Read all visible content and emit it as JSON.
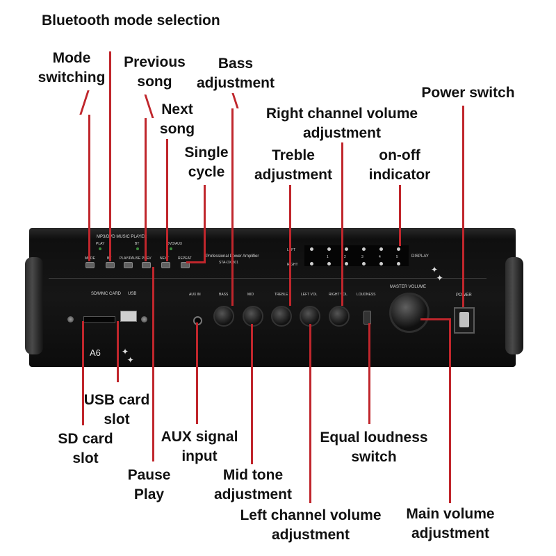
{
  "callouts": {
    "bluetooth_mode": "Bluetooth mode selection",
    "mode_switching": "Mode switching",
    "previous_song": "Previous song",
    "bass": "Bass adjustment",
    "next_song": "Next song",
    "single_cycle": "Single cycle",
    "power_switch": "Power switch",
    "right_channel": "Right channel volume adjustment",
    "treble": "Treble adjustment",
    "onoff_indicator": "on-off indicator",
    "usb_slot": "USB card slot",
    "sd_slot": "SD card slot",
    "aux_input": "AUX signal input",
    "pause_play": "Pause Play",
    "mid_tone": "Mid tone adjustment",
    "equal_loudness": "Equal loudness switch",
    "left_channel": "Left channel volume adjustment",
    "main_volume": "Main volume adjustment"
  },
  "panel": {
    "player_title": "MP3/DVD MUSIC PLAYER",
    "play": "PLAY",
    "bt": "BT",
    "dvd_aux": "DVD/AUX",
    "mode": "MODE",
    "bt_btn": "BT",
    "play_pause": "PLAY/PAUSE",
    "prev": "PREV",
    "next": "NEXT",
    "repeat": "REPEAT",
    "sd_card": "SD/MMC CARD",
    "usb": "USB",
    "pro_amp": "Professional Power Amplifier",
    "model_no": "STA-DX-301",
    "aux_in": "AUX IN",
    "bass": "BASS",
    "mid": "MID",
    "treble": "TREBLE",
    "left_vol": "LEFT VOL",
    "right_vol": "RIGHT VOL",
    "loudness": "LOUDNESS",
    "master_volume": "MASTER VOLUME",
    "left": "LEFT",
    "right": "RIGHT",
    "display": "DISPLAY",
    "power": "POWER",
    "numbers": [
      "1",
      "2",
      "3",
      "4",
      "5"
    ],
    "model": "A6"
  },
  "colors": {
    "leader": "#c0262c",
    "panel": "#141414",
    "text": "#111111"
  }
}
